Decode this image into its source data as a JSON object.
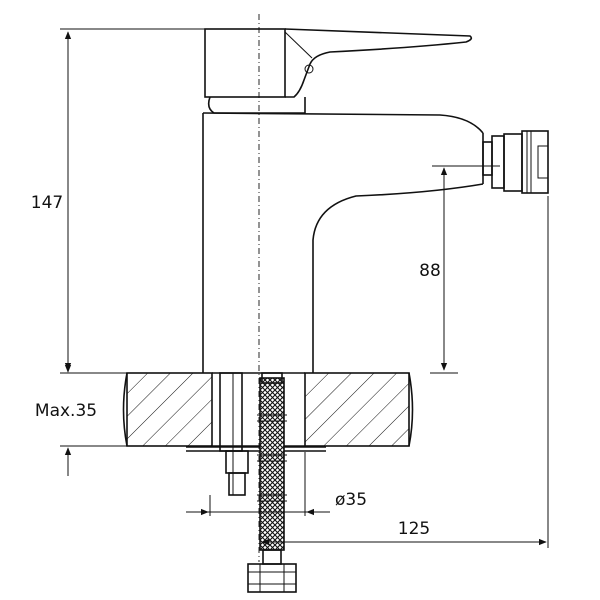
{
  "drawing": {
    "dimensions": {
      "height_total": "147",
      "spout_height": "88",
      "max_thickness": "Max.35",
      "hole_diameter": "ø35",
      "reach": "125"
    }
  }
}
